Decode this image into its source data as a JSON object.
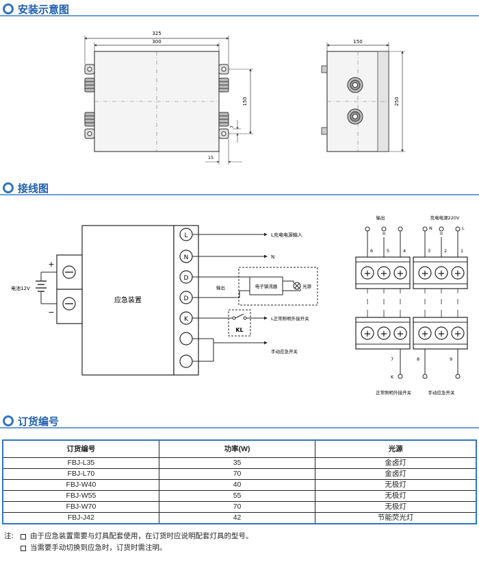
{
  "sections": {
    "install": "安装示意图",
    "wiring": "接线图",
    "order": "订货编号"
  },
  "install_diagram": {
    "dim_325": "325",
    "dim_300": "300",
    "dim_150_height": "150",
    "dim_7": "7",
    "dim_15": "15",
    "dim_150_width": "150",
    "dim_250": "250"
  },
  "wiring_left": {
    "device_label": "应急装置",
    "battery_label": "电池12V",
    "plus": "+",
    "minus": "−",
    "terminals": [
      "L",
      "N",
      "D",
      "D",
      "K",
      "",
      ""
    ],
    "l_input": "L充电电源输入",
    "n_label": "N",
    "output_label": "输出",
    "ballast_label": "电子镇流器",
    "lamp_label": "光源",
    "kl_label": "KL",
    "switch_label": "L正常照明外接开关",
    "manual_label": "手动应急开关"
  },
  "wiring_right": {
    "output_label": "输出",
    "charge_label": "充电电源220V",
    "top_terms": [
      "",
      "=",
      "",
      "N",
      "=",
      "L"
    ],
    "numbers_top": [
      "6",
      "5",
      "4",
      "3",
      "2",
      "1"
    ],
    "numbers_bottom": [
      "7",
      "8",
      "9"
    ],
    "k_label": "K",
    "normal_switch": "正常照明外接开关",
    "manual_switch": "手动应急开关"
  },
  "order_table": {
    "headers": [
      "订货编号",
      "功率(W)",
      "光源"
    ],
    "rows": [
      [
        "FBJ-L35",
        "35",
        "金卤灯"
      ],
      [
        "FBJ-L70",
        "70",
        "金卤灯"
      ],
      [
        "FBJ-W40",
        "40",
        "无极灯"
      ],
      [
        "FBJ-W55",
        "55",
        "无极灯"
      ],
      [
        "FBJ-W70",
        "70",
        "无极灯"
      ],
      [
        "FBJ-J42",
        "42",
        "节能荧光灯"
      ]
    ]
  },
  "notes": {
    "label": "注:",
    "items": [
      "由于应急装置需要与灯具配套使用，在订货时应说明配套灯具的型号。",
      "当需要手动切换到应急时，订货时需注明。"
    ]
  },
  "colors": {
    "accent": "#2f74c0",
    "title": "#1f5fae"
  }
}
